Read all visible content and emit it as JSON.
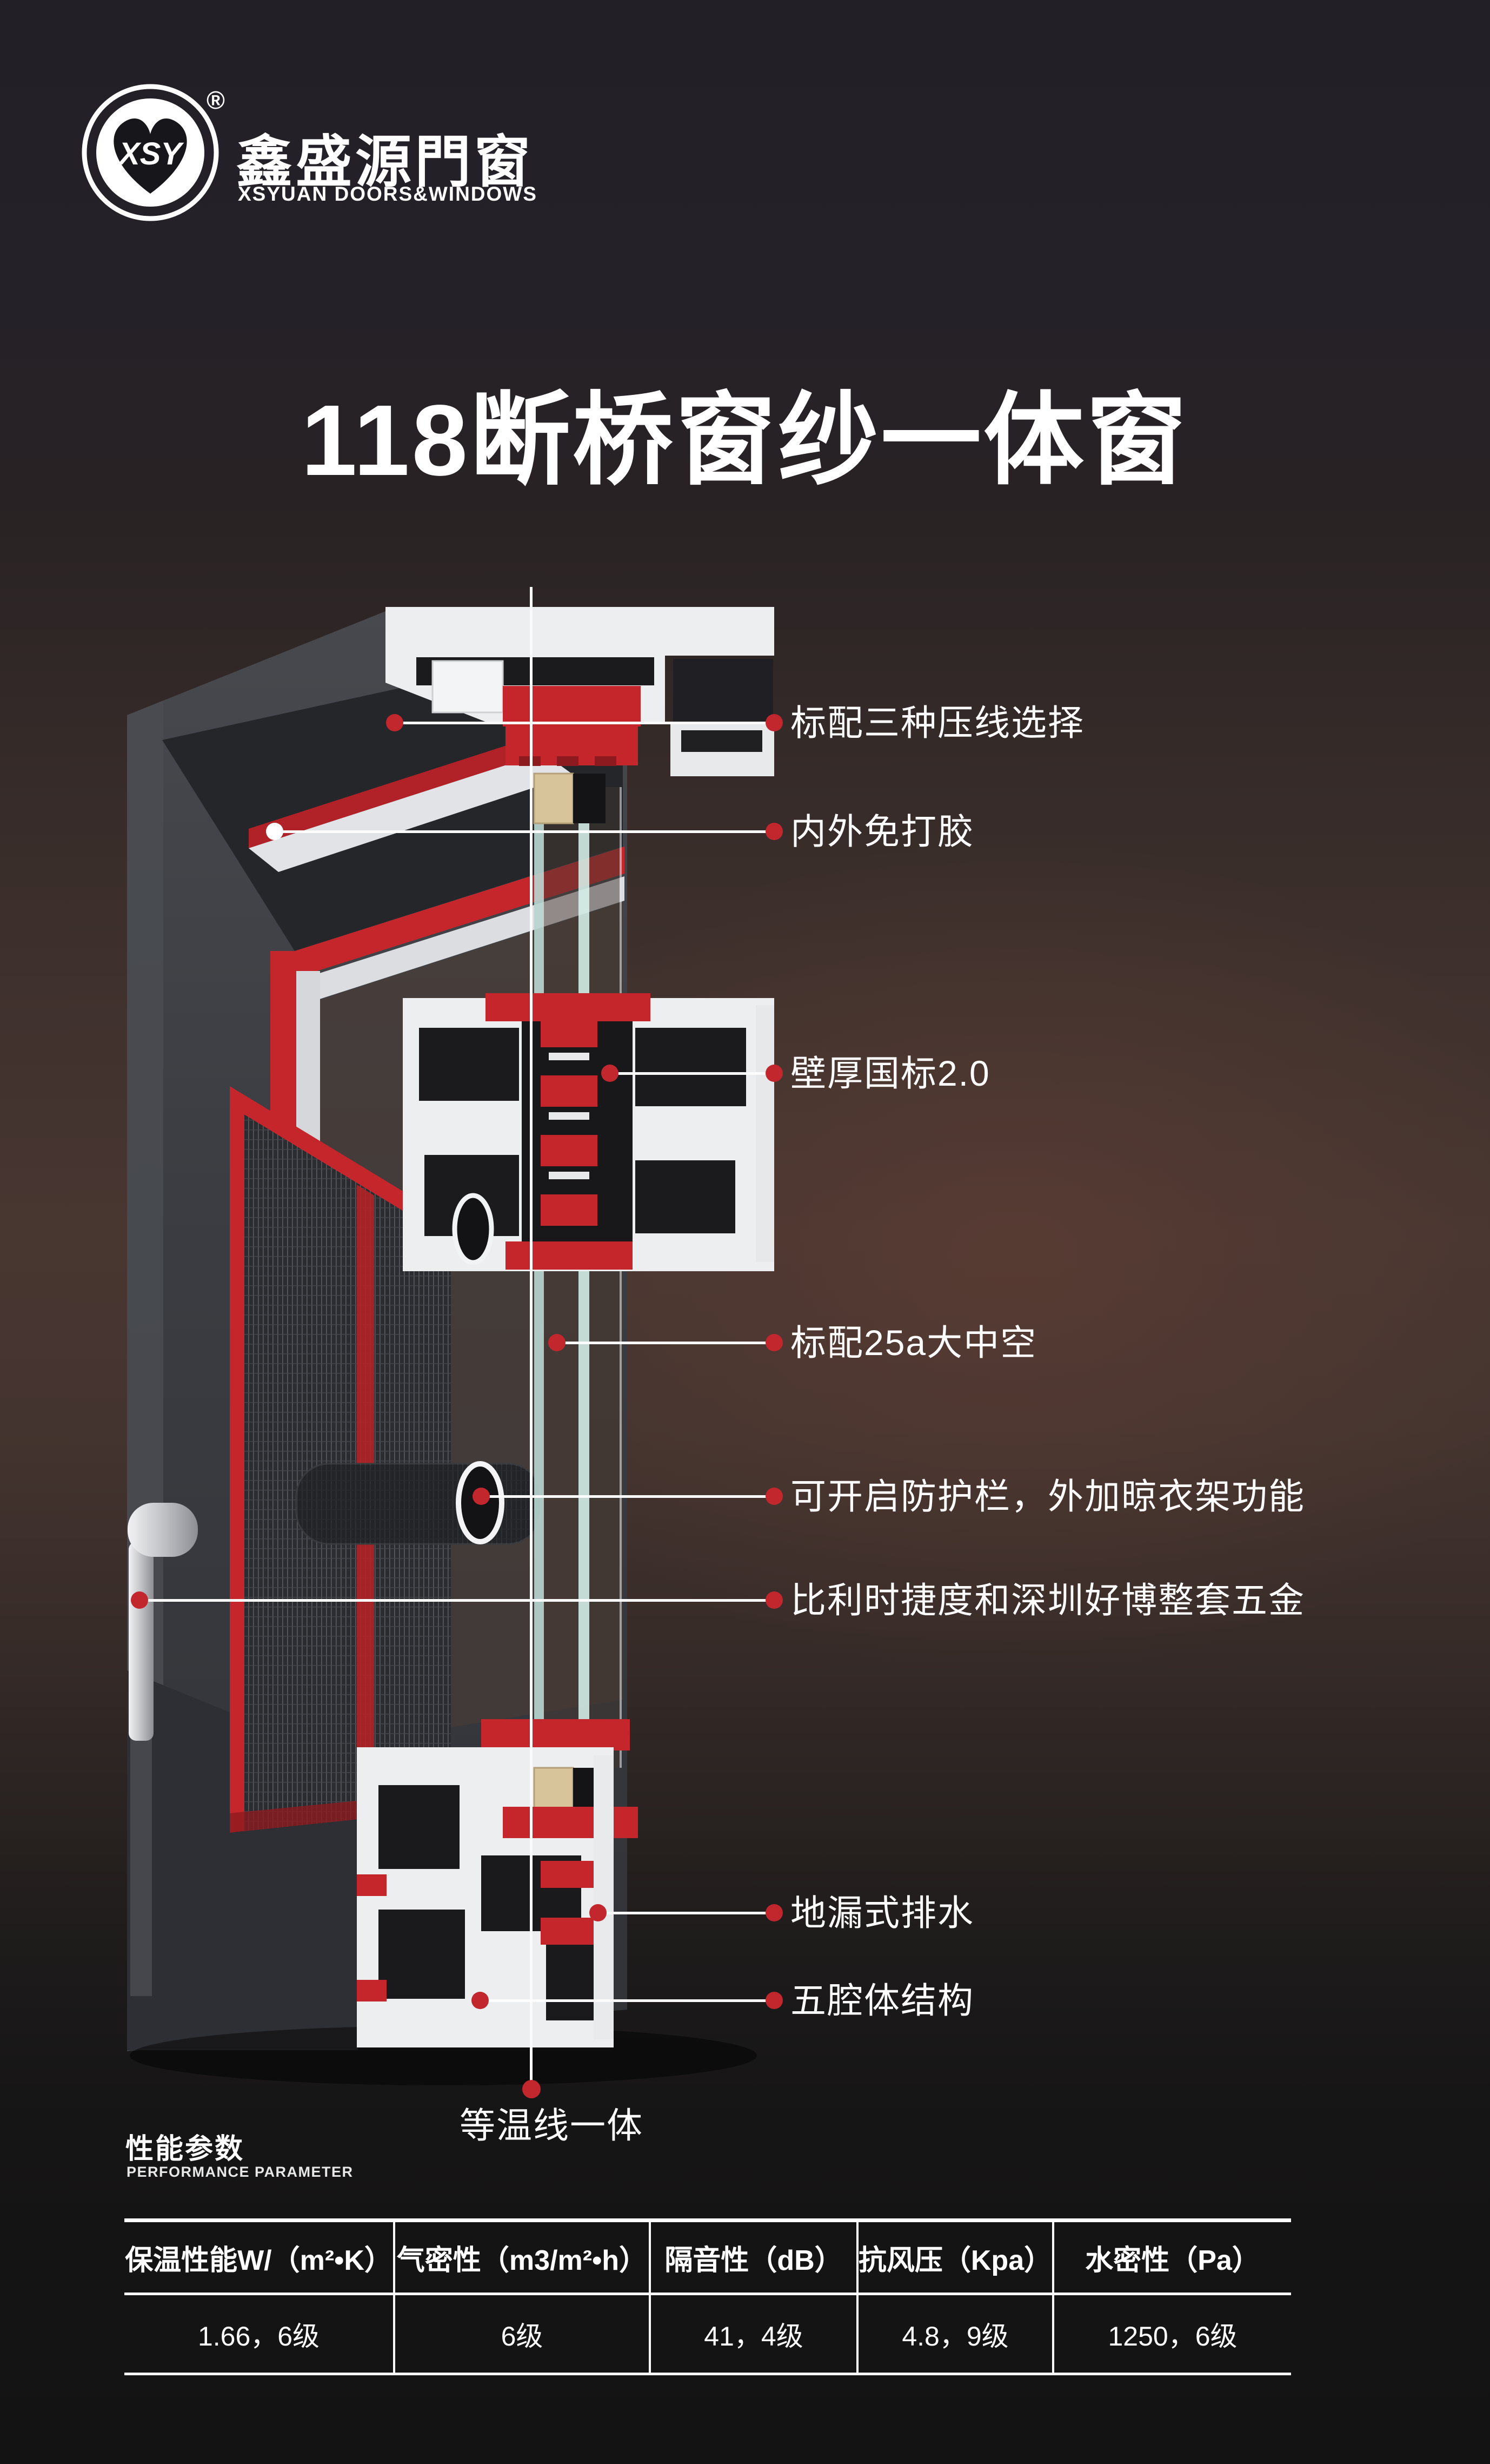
{
  "brand": {
    "logo_initials": "XSY",
    "registered_mark": "®",
    "name_cn": "鑫盛源門窗",
    "name_en": "XSYUAN DOORS&WINDOWS"
  },
  "title": "118断桥窗纱一体窗",
  "diagram": {
    "isotherm_label": "等温线一体",
    "callouts": [
      "标配三种压线选择",
      "内外免打胶",
      "壁厚国标2.0",
      "标配25a大中空",
      "可开启防护栏，外加晾衣架功能",
      "比利时捷度和深圳好博整套五金",
      "地漏式排水",
      "五腔体结构"
    ]
  },
  "performance": {
    "heading_cn": "性能参数",
    "heading_en": "PERFORMANCE PARAMETER",
    "columns": [
      {
        "header": "保温性能W/（m²•K）",
        "value": "1.66，6级"
      },
      {
        "header": "气密性（m3/m²•h）",
        "value": "6级"
      },
      {
        "header": "隔音性（dB）",
        "value": "41，4级"
      },
      {
        "header": "抗风压（Kpa）",
        "value": "4.8，9级"
      },
      {
        "header": "水密性（Pa）",
        "value": "1250，6级"
      }
    ]
  },
  "colors": {
    "accent_red": "#c5262b",
    "dot_red": "#c1272d",
    "profile_white": "#edeef0",
    "background_dark": "#141415"
  }
}
